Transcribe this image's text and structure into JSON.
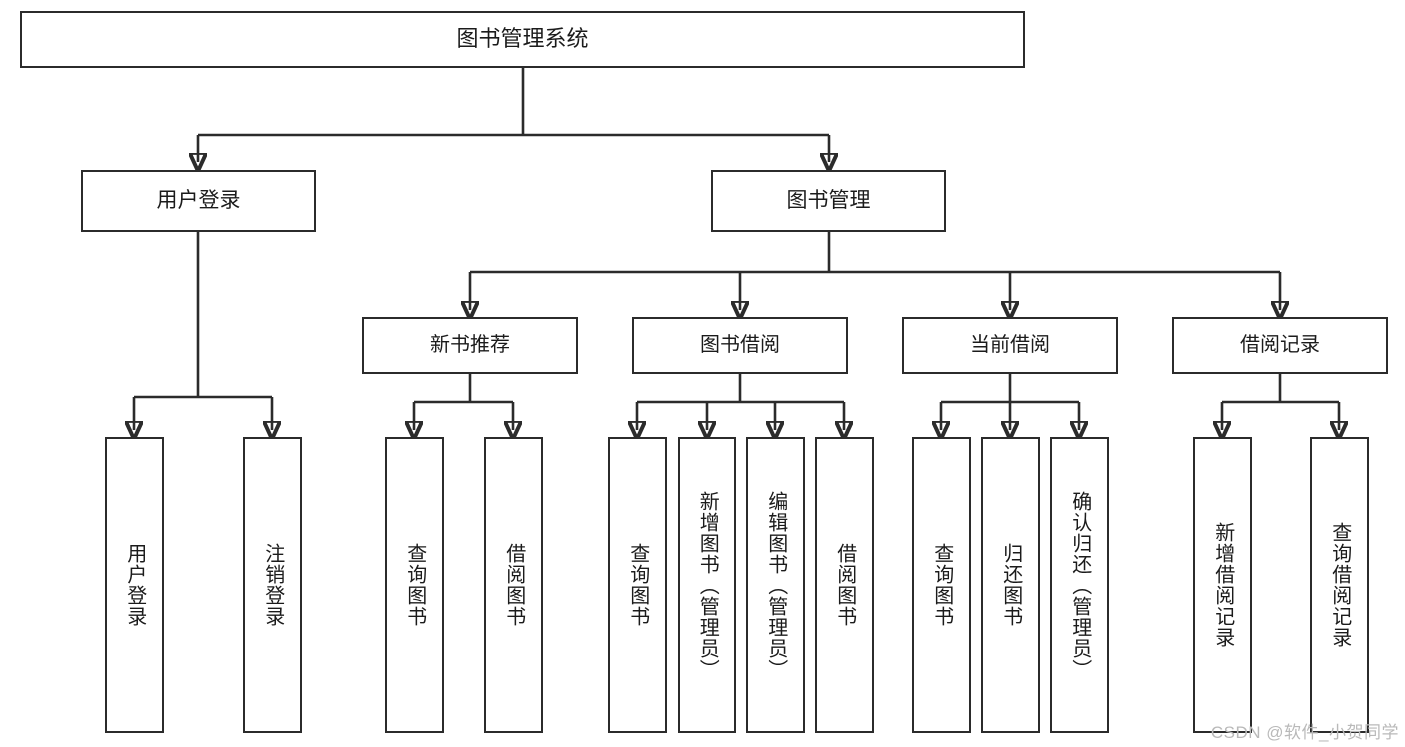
{
  "diagram": {
    "title": "图书管理系统",
    "type": "tree",
    "watermark": "CSDN @软件_小贺同学",
    "colors": {
      "box_border": "#2b2b2b",
      "box_fill": "#ffffff",
      "connector": "#2b2b2b",
      "text": "#1b1b1b",
      "watermark": "#b9b9b9",
      "background": "#ffffff"
    },
    "root": {
      "label": "图书管理系统"
    },
    "level2": [
      {
        "label": "用户登录"
      },
      {
        "label": "图书管理"
      }
    ],
    "level3": [
      {
        "label": "新书推荐"
      },
      {
        "label": "图书借阅"
      },
      {
        "label": "当前借阅"
      },
      {
        "label": "借阅记录"
      }
    ],
    "leaves": {
      "user_login": [
        {
          "label": "用户登录"
        },
        {
          "label": "注销登录"
        }
      ],
      "new_book": [
        {
          "label": "查询图书"
        },
        {
          "label": "借阅图书"
        }
      ],
      "borrow_book": [
        {
          "label": "查询图书"
        },
        {
          "label": "新增图书（管理员）"
        },
        {
          "label": "编辑图书（管理员）"
        },
        {
          "label": "借阅图书"
        }
      ],
      "current_borrow": [
        {
          "label": "查询图书"
        },
        {
          "label": "归还图书"
        },
        {
          "label": "确认归还（管理员）"
        }
      ],
      "borrow_record": [
        {
          "label": "新增借阅记录"
        },
        {
          "label": "查询借阅记录"
        }
      ]
    }
  }
}
